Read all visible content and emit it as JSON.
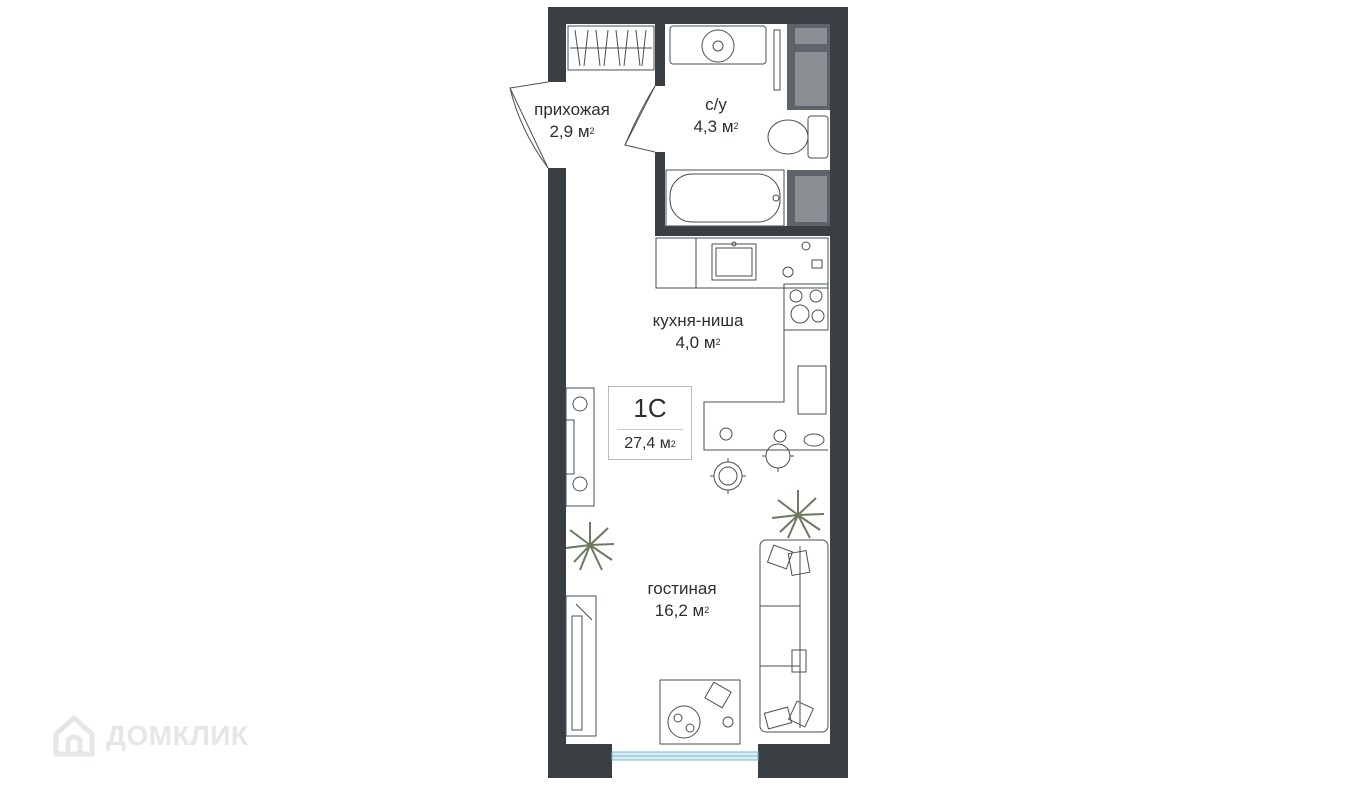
{
  "plan": {
    "apartment_type": "1С",
    "total_area_value": "27,4 м",
    "total_area_unit_exp": "2"
  },
  "rooms": {
    "hallway": {
      "name": "прихожая",
      "area": "2,9 м",
      "exp": "2"
    },
    "bathroom": {
      "name": "с/у",
      "area": "4,3 м",
      "exp": "2"
    },
    "kitchen": {
      "name": "кухня-ниша",
      "area": "4,0 м",
      "exp": "2"
    },
    "living": {
      "name": "гостиная",
      "area": "16,2 м",
      "exp": "2"
    }
  },
  "watermark": {
    "text": "ДОМКЛИК",
    "icon": "house-logo-icon"
  },
  "colors": {
    "wall": "#3a3f44",
    "line": "#4a4f54",
    "plant": "#6b7a5e",
    "glass": "#bfe0ec"
  }
}
